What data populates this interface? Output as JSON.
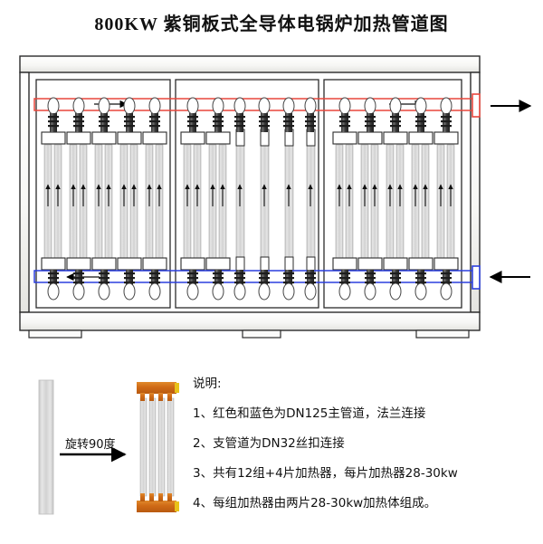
{
  "title": "800KW 紫铜板式全导体电锅炉加热管道图",
  "colors": {
    "hot_pipe": "#e8463c",
    "cold_pipe": "#2b3fdd",
    "frame_stroke": "#2b2b2b",
    "frame_fill": "#fdfdfc",
    "tube_grey": "#d4d4d4",
    "tube_edge": "#9a9a9a",
    "valve_dark": "#3a3a3a",
    "manifold_orange": "#cf6a16",
    "manifold_yellow": "#e8c21a",
    "arrow_black": "#000000"
  },
  "main_diagram": {
    "name": "boiler-heating-pipeline-diagram",
    "hot_pipe": {
      "label": "DN125 红色主管道",
      "color": "#e8463c",
      "flow_arrow": "right",
      "position": "top",
      "outlet_flange": true
    },
    "cold_pipe": {
      "label": "DN125 蓝色主管道",
      "color": "#2b3fdd",
      "flow_arrow": "left",
      "position": "bottom",
      "inlet_flange": true
    },
    "panels": [
      {
        "id": 1,
        "columns": [
          {
            "type": "double"
          },
          {
            "type": "double"
          },
          {
            "type": "double"
          },
          {
            "type": "double"
          },
          {
            "type": "double"
          }
        ]
      },
      {
        "id": 2,
        "columns": [
          {
            "type": "double"
          },
          {
            "type": "double"
          },
          {
            "type": "single"
          },
          {
            "type": "single"
          },
          {
            "type": "single"
          },
          {
            "type": "single"
          }
        ]
      },
      {
        "id": 3,
        "columns": [
          {
            "type": "double"
          },
          {
            "type": "double"
          },
          {
            "type": "double"
          },
          {
            "type": "double"
          },
          {
            "type": "double"
          }
        ]
      }
    ],
    "totals": {
      "double_groups": 12,
      "single_plates": 4
    }
  },
  "rotation_detail": {
    "label": "旋转90度",
    "before_shape": "vertical-plate",
    "after_tube_count": 4
  },
  "legend": {
    "heading": "说明:",
    "items": [
      "1、红色和蓝色为DN125主管道，法兰连接",
      "2、支管道为DN32丝扣连接",
      "3、共有12组+4片加热器，每片加热器28-30kw",
      "4、每组加热器由两片28-30kw加热体组成。"
    ]
  }
}
